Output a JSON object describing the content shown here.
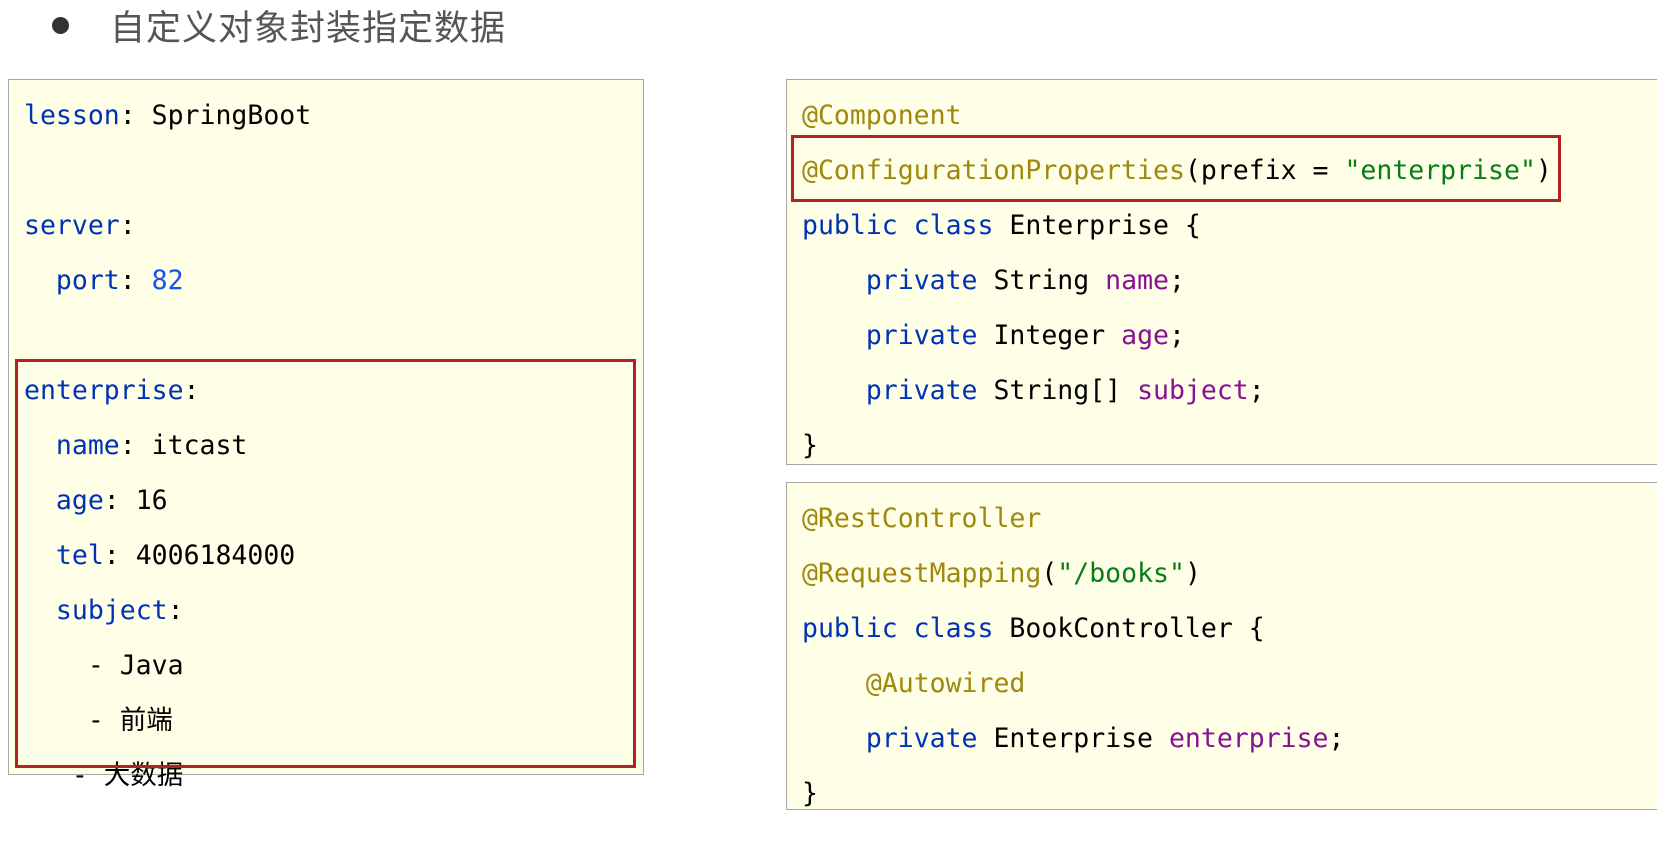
{
  "heading": {
    "text": "自定义对象封装指定数据"
  },
  "yaml_panel": {
    "lines": [
      [
        {
          "t": "lesson",
          "c": "k"
        },
        {
          "t": ": SpringBoot",
          "c": ""
        }
      ],
      [],
      [
        {
          "t": "server",
          "c": "k"
        },
        {
          "t": ":",
          "c": ""
        }
      ],
      [
        {
          "t": "  ",
          "c": ""
        },
        {
          "t": "port",
          "c": "k"
        },
        {
          "t": ": ",
          "c": ""
        },
        {
          "t": "82",
          "c": "n"
        }
      ],
      [],
      [
        {
          "t": "enterprise",
          "c": "k"
        },
        {
          "t": ":",
          "c": ""
        }
      ],
      [
        {
          "t": "  ",
          "c": ""
        },
        {
          "t": "name",
          "c": "k"
        },
        {
          "t": ": itcast",
          "c": ""
        }
      ],
      [
        {
          "t": "  ",
          "c": ""
        },
        {
          "t": "age",
          "c": "k"
        },
        {
          "t": ": 16",
          "c": ""
        }
      ],
      [
        {
          "t": "  ",
          "c": ""
        },
        {
          "t": "tel",
          "c": "k"
        },
        {
          "t": ": 4006184000",
          "c": ""
        }
      ],
      [
        {
          "t": "  ",
          "c": ""
        },
        {
          "t": "subject",
          "c": "k"
        },
        {
          "t": ":",
          "c": ""
        }
      ],
      [
        {
          "t": "    - Java",
          "c": ""
        }
      ],
      [
        {
          "t": "    - 前端",
          "c": ""
        }
      ],
      [
        {
          "t": "   - 大数据",
          "c": ""
        }
      ]
    ]
  },
  "enterprise_panel": {
    "lines": [
      [
        {
          "t": "@Component",
          "c": "a"
        }
      ],
      [
        {
          "t": "@ConfigurationProperties",
          "c": "a"
        },
        {
          "t": "(prefix = ",
          "c": ""
        },
        {
          "t": "\"enterprise\"",
          "c": "s"
        },
        {
          "t": ")",
          "c": ""
        }
      ],
      [
        {
          "t": "public class",
          "c": "k"
        },
        {
          "t": " Enterprise {",
          "c": ""
        }
      ],
      [
        {
          "t": "    ",
          "c": ""
        },
        {
          "t": "private",
          "c": "k"
        },
        {
          "t": " String ",
          "c": ""
        },
        {
          "t": "name",
          "c": "f"
        },
        {
          "t": ";",
          "c": ""
        }
      ],
      [
        {
          "t": "    ",
          "c": ""
        },
        {
          "t": "private",
          "c": "k"
        },
        {
          "t": " Integer ",
          "c": ""
        },
        {
          "t": "age",
          "c": "f"
        },
        {
          "t": ";",
          "c": ""
        }
      ],
      [
        {
          "t": "    ",
          "c": ""
        },
        {
          "t": "private",
          "c": "k"
        },
        {
          "t": " String[] ",
          "c": ""
        },
        {
          "t": "subject",
          "c": "f"
        },
        {
          "t": ";",
          "c": ""
        }
      ],
      [
        {
          "t": "}",
          "c": ""
        }
      ]
    ]
  },
  "controller_panel": {
    "lines": [
      [
        {
          "t": "@RestController",
          "c": "a"
        }
      ],
      [
        {
          "t": "@RequestMapping",
          "c": "a"
        },
        {
          "t": "(",
          "c": ""
        },
        {
          "t": "\"/books\"",
          "c": "s"
        },
        {
          "t": ")",
          "c": ""
        }
      ],
      [
        {
          "t": "public class",
          "c": "k"
        },
        {
          "t": " BookController {",
          "c": ""
        }
      ],
      [
        {
          "t": "    ",
          "c": ""
        },
        {
          "t": "@Autowired",
          "c": "a"
        }
      ],
      [
        {
          "t": "    ",
          "c": ""
        },
        {
          "t": "private",
          "c": "k"
        },
        {
          "t": " Enterprise ",
          "c": ""
        },
        {
          "t": "enterprise",
          "c": "f"
        },
        {
          "t": ";",
          "c": ""
        }
      ],
      [
        {
          "t": "}",
          "c": ""
        }
      ]
    ]
  },
  "colors": {
    "keyword": "#0033b3",
    "number": "#1750eb",
    "annotation": "#9e880d",
    "string": "#067d17",
    "field": "#871094",
    "panel_bg": "#ffffe8",
    "highlight_border": "#b22222"
  }
}
